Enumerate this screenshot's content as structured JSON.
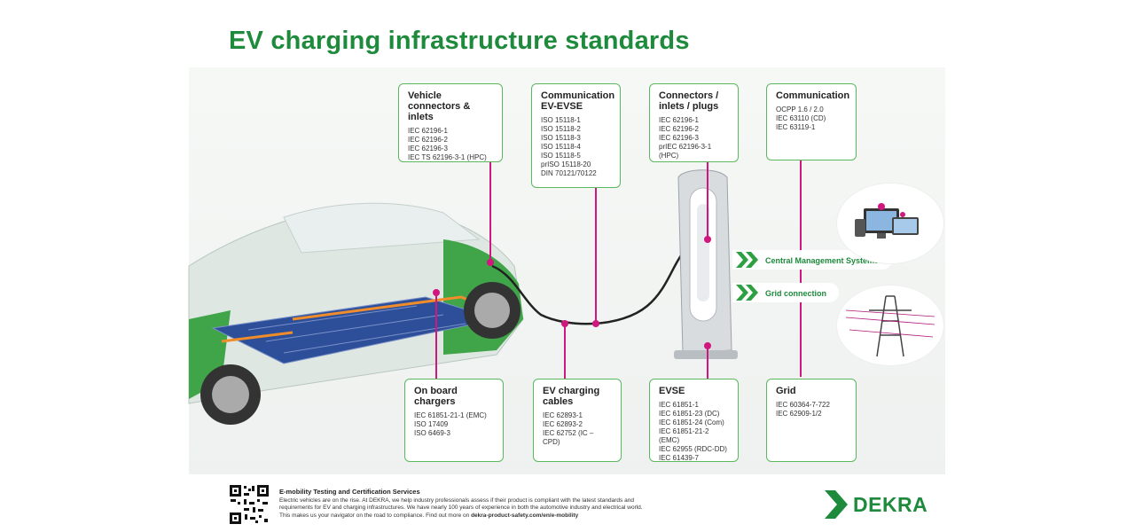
{
  "title": "EV charging infrastructure standards",
  "boxes": [
    {
      "id": "vehicle-connectors",
      "title": "Vehicle connectors & inlets",
      "items": [
        "IEC 62196-1",
        "IEC 62196-2",
        "IEC 62196-3",
        "IEC TS 62196-3-1 (HPC)"
      ]
    },
    {
      "id": "communication-ev-evse",
      "title": "Communication EV-EVSE",
      "items": [
        "ISO 15118-1",
        "ISO 15118-2",
        "ISO 15118-3",
        "ISO 15118-4",
        "ISO 15118-5",
        "prISO 15118-20",
        "DIN 70121/70122"
      ]
    },
    {
      "id": "connectors-inlets-plugs",
      "title": "Connectors / inlets / plugs",
      "items": [
        "IEC 62196-1",
        "IEC 62196-2",
        "IEC 62196-3",
        "prIEC 62196-3-1 (HPC)"
      ]
    },
    {
      "id": "communication",
      "title": "Communication",
      "items": [
        "OCPP 1.6 / 2.0",
        "IEC 63110 (CD)",
        "IEC 63119-1"
      ]
    },
    {
      "id": "on-board-chargers",
      "title": "On board chargers",
      "items": [
        "IEC 61851-21-1 (EMC)",
        "ISO 17409",
        "ISO 6469-3"
      ]
    },
    {
      "id": "ev-charging-cables",
      "title": "EV charging cables",
      "items": [
        "IEC 62893-1",
        "IEC 62893-2",
        "IEC 62752 (IC – CPD)"
      ]
    },
    {
      "id": "evse",
      "title": "EVSE",
      "items": [
        "IEC 61851-1",
        "IEC 61851-23 (DC)",
        "IEC 61851-24 (Com)",
        "IEC 61851-21-2 (EMC)",
        "IEC 62955 (RDC-DD)",
        "IEC 61439-7"
      ]
    },
    {
      "id": "grid",
      "title": "Grid",
      "items": [
        "IEC 60364-7-722",
        "IEC 62909-1/2"
      ]
    }
  ],
  "categories": {
    "cms": "Central Management Systems",
    "grid": "Grid connection"
  },
  "footer": {
    "heading": "E-mobility Testing and Certification Services",
    "text_a": "Electric vehicles are on the rise. At DEKRA, we help industry professionals assess if their product is compliant with the latest standards and requirements for EV and charging infrastructures. We have nearly 100 years of experience in both the automotive industry and electrical world. This makes us your navigator on the road to compliance. Find out more on ",
    "link": "dekra-product-safety.com/en/e-mobility"
  },
  "logo": "DEKRA",
  "colors": {
    "brand_green": "#1e8a3c",
    "box_border": "#5bb85d",
    "connector_magenta": "#d0167f"
  }
}
